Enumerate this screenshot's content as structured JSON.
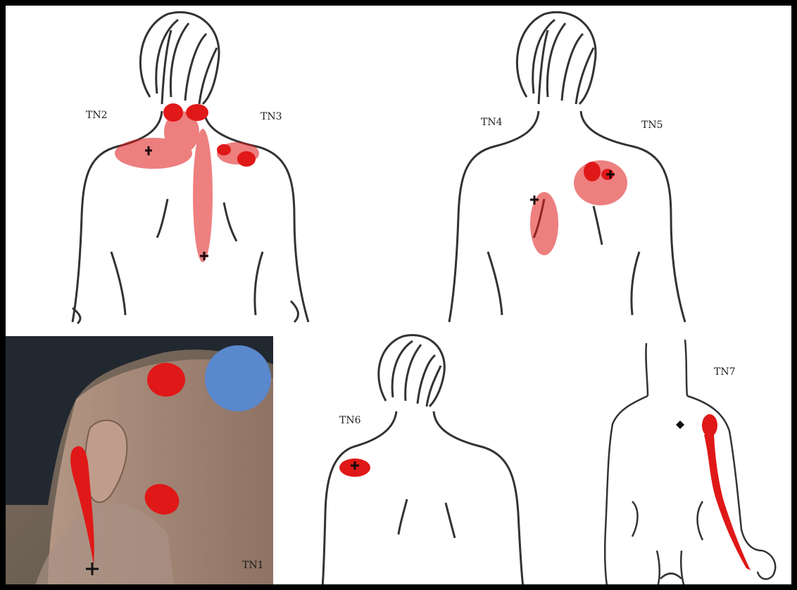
{
  "labels": {
    "tn1": "TN1",
    "tn2": "TN2",
    "tn3": "TN3",
    "tn4": "TN4",
    "tn5": "TN5",
    "tn6": "TN6",
    "tn7": "TN7"
  },
  "colors": {
    "pain": "#e01818",
    "marker": "#1a0a0a",
    "outline": "#333333",
    "blur_circle": "#5a88cc"
  },
  "icons": {
    "trigger_point": "cross-icon"
  }
}
